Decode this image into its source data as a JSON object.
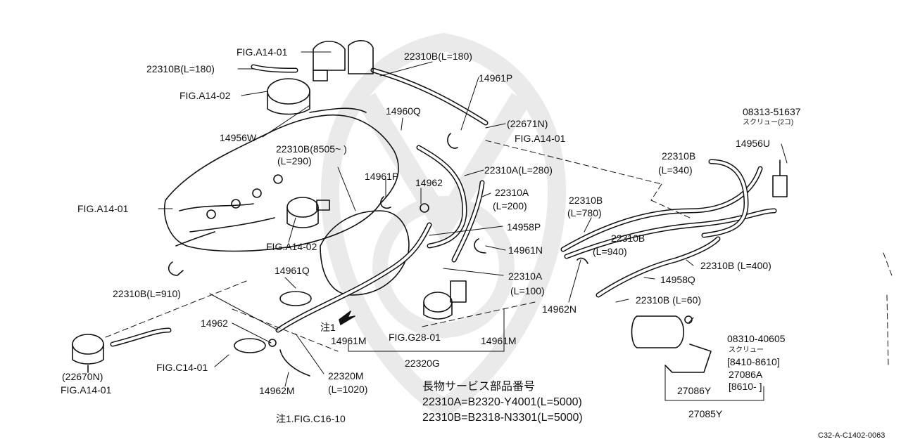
{
  "labels": {
    "fig_a14_01_top": "FIG.A14-01",
    "p22310b_180_left": "22310B(L=180)",
    "fig_a14_02_left": "FIG.A14-02",
    "p14956w": "14956W",
    "p22310b_180_top": "22310B(L=180)",
    "p14961p_top": "14961P",
    "p14960q": "14960Q",
    "p22671n": "(22671N)",
    "fig_a14_01_right": "FIG.A14-01",
    "p08313": "08313-51637",
    "screw_2": "スクリュー(2コ)",
    "p14956u": "14956U",
    "p22310b_8505": "22310B(8505~  )",
    "l_290": "(L=290)",
    "p22310a_280": "22310A(L=280)",
    "p22310b_340": "22310B",
    "l_340": "(L=340)",
    "p14961p_mid": "14961P",
    "p14962_top": "14962",
    "p22310a_200": "22310A",
    "l_200": "(L=200)",
    "fig_a14_01_left": "FIG.A14-01",
    "p22310b_780": "22310B",
    "l_780": "(L=780)",
    "p14958p": "14958P",
    "p22310b_940": "22310B",
    "l_940": "(L=940)",
    "fig_a14_02_mid": "FIG.A14-02",
    "p14961n": "14961N",
    "p22310b_400": "22310B (L=400)",
    "p14961q": "14961Q",
    "p22310a_100": "22310A",
    "l_100": "(L=100)",
    "p14958q": "14958Q",
    "p22310b_910": "22310B(L=910)",
    "p14962n": "14962N",
    "p22310b_60": "22310B (L=60)",
    "p14962_left": "14962",
    "note_mark": "注1",
    "fig_g28_01": "FIG.G28-01",
    "p14961m_mid": "14961M",
    "p14961m_right": "14961M",
    "p08310": "08310-40605",
    "screw_1": "スクリュー",
    "r8410": "[8410-8610]",
    "p27086a": "27086A",
    "r8610": "[8610-       ]",
    "p22670n": "(22670N)",
    "fig_a14_01_bottom": "FIG.A14-01",
    "fig_c14_01": "FIG.C14-01",
    "p22320m": "22320M",
    "l_1020": "(L=1020)",
    "p22320g": "22320G",
    "p14962m": "14962M",
    "p27086y": "27086Y",
    "p27085y": "27085Y",
    "note_footer": "注1.FIG.C16-10",
    "code": "C32-A-C1402-0063"
  },
  "service": {
    "title": "長物サービス部品番号",
    "line1": "22310A=B2320-Y4001(L=5000)",
    "line2": "22310B=B2318-N3301(L=5000)"
  }
}
